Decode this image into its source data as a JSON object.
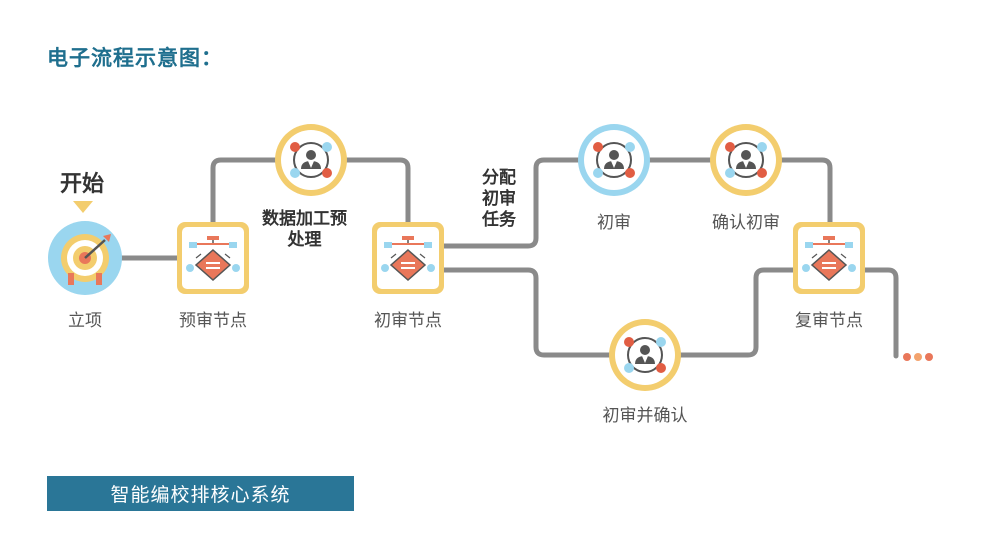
{
  "title": "电子流程示意图：",
  "start_label": "开始",
  "nodes": {
    "lixiang": "立项",
    "yushen": "预审节点",
    "chushen_node": "初审节点",
    "chushen": "初审",
    "queren_chushen": "确认初审",
    "fushen": "复审节点",
    "chushen_queren": "初审并确认"
  },
  "edge_labels": {
    "data_process": "数据加工预\n处理",
    "assign_task": "分配\n初审\n任务"
  },
  "footer": "智能编校排核心系统",
  "colors": {
    "title": "#1f6f8e",
    "connector": "#8a8a8a",
    "gold": "#f3cd6e",
    "blue": "#9ad6ef",
    "diamond": "#e9775a",
    "footer": "#2a7697"
  }
}
